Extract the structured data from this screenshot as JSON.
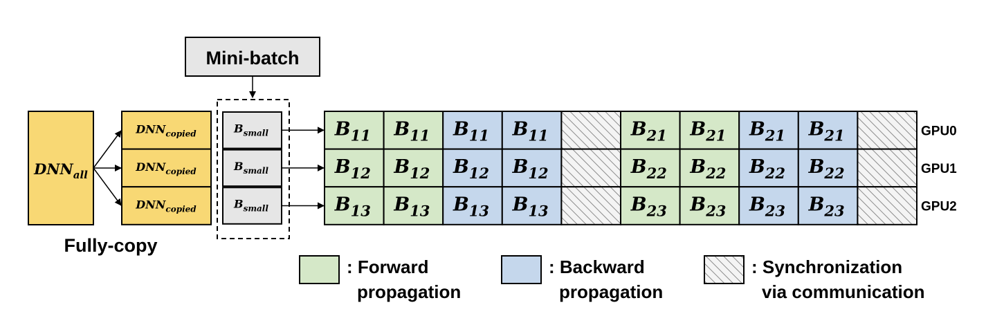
{
  "minibatch_label": "Mini-batch",
  "dnn_all": {
    "base": "DNN",
    "sub": "all"
  },
  "dnn_copied": {
    "base": "DNN",
    "sub": "copied"
  },
  "b_small": {
    "base": "B",
    "sub": "small"
  },
  "fully_copy_label": "Fully-copy",
  "gpus": [
    {
      "label": "GPU0",
      "cells": [
        {
          "kind": "forward",
          "base": "B",
          "sub": "11"
        },
        {
          "kind": "forward",
          "base": "B",
          "sub": "11"
        },
        {
          "kind": "backward",
          "base": "B",
          "sub": "11"
        },
        {
          "kind": "backward",
          "base": "B",
          "sub": "11"
        },
        {
          "kind": "sync"
        },
        {
          "kind": "forward",
          "base": "B",
          "sub": "21"
        },
        {
          "kind": "forward",
          "base": "B",
          "sub": "21"
        },
        {
          "kind": "backward",
          "base": "B",
          "sub": "21"
        },
        {
          "kind": "backward",
          "base": "B",
          "sub": "21"
        },
        {
          "kind": "sync"
        }
      ]
    },
    {
      "label": "GPU1",
      "cells": [
        {
          "kind": "forward",
          "base": "B",
          "sub": "12"
        },
        {
          "kind": "forward",
          "base": "B",
          "sub": "12"
        },
        {
          "kind": "backward",
          "base": "B",
          "sub": "12"
        },
        {
          "kind": "backward",
          "base": "B",
          "sub": "12"
        },
        {
          "kind": "sync"
        },
        {
          "kind": "forward",
          "base": "B",
          "sub": "22"
        },
        {
          "kind": "forward",
          "base": "B",
          "sub": "22"
        },
        {
          "kind": "backward",
          "base": "B",
          "sub": "22"
        },
        {
          "kind": "backward",
          "base": "B",
          "sub": "22"
        },
        {
          "kind": "sync"
        }
      ]
    },
    {
      "label": "GPU2",
      "cells": [
        {
          "kind": "forward",
          "base": "B",
          "sub": "13"
        },
        {
          "kind": "forward",
          "base": "B",
          "sub": "13"
        },
        {
          "kind": "backward",
          "base": "B",
          "sub": "13"
        },
        {
          "kind": "backward",
          "base": "B",
          "sub": "13"
        },
        {
          "kind": "sync"
        },
        {
          "kind": "forward",
          "base": "B",
          "sub": "23"
        },
        {
          "kind": "forward",
          "base": "B",
          "sub": "23"
        },
        {
          "kind": "backward",
          "base": "B",
          "sub": "23"
        },
        {
          "kind": "backward",
          "base": "B",
          "sub": "23"
        },
        {
          "kind": "sync"
        }
      ]
    }
  ],
  "legend": [
    {
      "kind": "forward",
      "lines": [
        ": Forward",
        "propagation"
      ]
    },
    {
      "kind": "backward",
      "lines": [
        ": Backward",
        "propagation"
      ]
    },
    {
      "kind": "sync",
      "lines": [
        ": Synchronization",
        "via communication"
      ]
    }
  ],
  "colors": {
    "forward": "#d5e8c8",
    "backward": "#c5d7ec",
    "sync_bg": "#f4f4f4",
    "sync_hatch": "#8c8c8c",
    "dnn": "#f8d874",
    "bsmall": "#e6e6e6",
    "minibatch": "#e6e6e6"
  }
}
